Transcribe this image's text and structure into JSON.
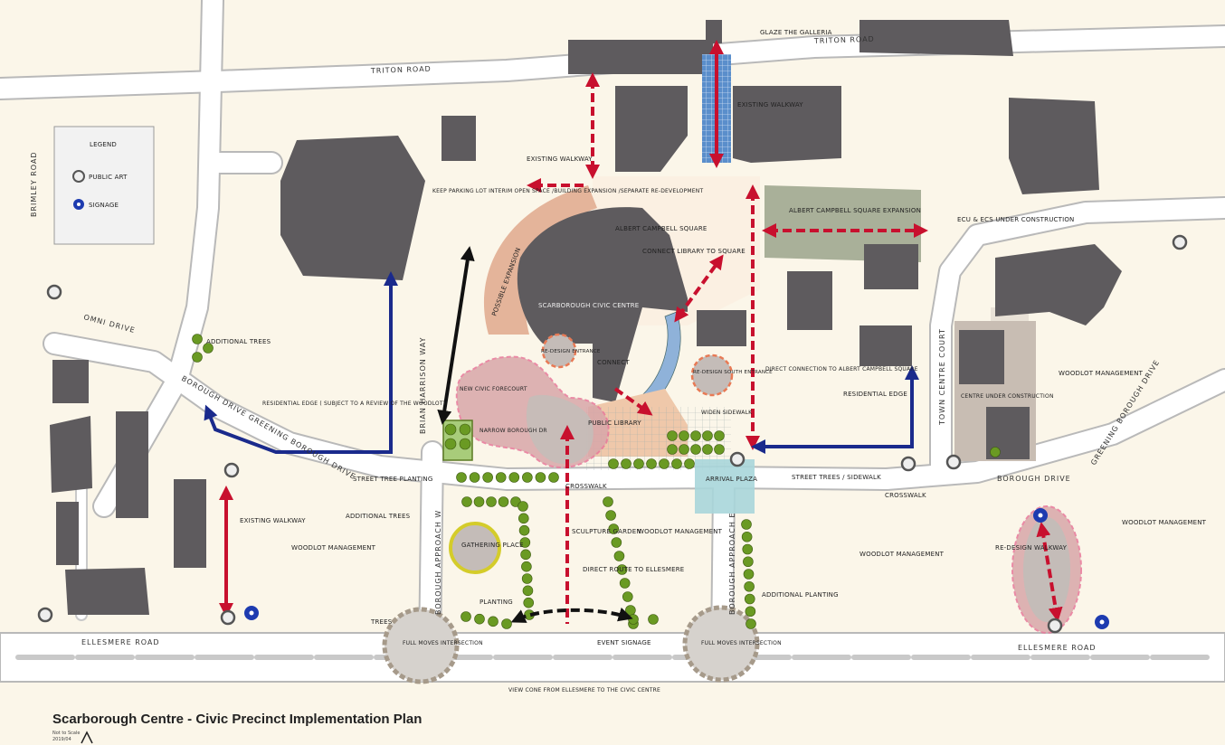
{
  "title": "Scarborough Centre - Civic Precinct Implementation Plan",
  "scale_note": [
    "Not to Scale",
    "2019/04"
  ],
  "legend": {
    "heading": "LEGEND",
    "items": [
      {
        "label": "PUBLIC ART",
        "icon": "public-art-icon"
      },
      {
        "label": "SIGNAGE",
        "icon": "signage-icon"
      }
    ]
  },
  "roads": {
    "triton_1": "TRITON ROAD",
    "triton_2": "TRITON ROAD",
    "brimley": "BRIMLEY ROAD",
    "omni": "OMNI DRIVE",
    "borough_greening": "BOROUGH DRIVE GREENING BOROUGH DRIVE",
    "brian_harrison": "BRIAN HARRISON WAY",
    "town_centre": "TOWN CENTRE COURT",
    "borough_east": "BOROUGH DRIVE",
    "borough_ne": "GREENING BOROUGH DRIVE",
    "ellesmere_w": "ELLESMERE ROAD",
    "ellesmere_e": "ELLESMERE ROAD",
    "approach_w": "BOROUGH APPROACH W",
    "approach_e": "BOROUGH APPROACH E"
  },
  "labels": {
    "glaze": "GLAZE THE GALLERIA",
    "existing_walkway_north": "EXISTING WALKWAY",
    "existing_walkway_top": "EXISTING WALKWAY",
    "keep_parking": "KEEP PARKING LOT INTERIM OPEN SPACE /BUILDING EXPANSION /SEPARATE RE-DEVELOPMENT",
    "albert_square": "ALBERT CAMPBELL SQUARE",
    "square_expansion": "ALBERT CAMPBELL SQUARE EXPANSION",
    "ecu": "ECU & ECS UNDER CONSTRUCTION",
    "connect_library": "CONNECT LIBRARY TO SQUARE",
    "possible_expansion": "POSSIBLE EXPANSION",
    "civic_centre": "SCARBOROUGH CIVIC CENTRE",
    "additional_trees_1": "ADDITIONAL TREES",
    "residential_edge_1": "RESIDENTIAL EDGE ( SUBJECT TO A REVIEW OF THE WOODLOT)",
    "redesign_entrance": "RE-DESIGN ENTRANCE",
    "connect": "CONNECT",
    "new_civic_forecourt": "NEW CIVIC FORECOURT",
    "redesign_south": "RE-DESIGN SOUTH ENTRANCE",
    "direct_connection": "DIRECT CONNECTION TO ALBERT CAMPBELL SQUARE",
    "residential_edge_2": "RESIDENTIAL EDGE",
    "woodlot_mgmt_1": "WOODLOT MANAGEMENT",
    "centre_under": "CENTRE UNDER CONSTRUCTION",
    "public_library": "PUBLIC LIBRARY",
    "narrow": "NARROW BOROUGH DR",
    "widen": "WIDEN SIDEWALK",
    "street_tree": "STREET TREE PLANTING",
    "crosswalk_1": "CROSSWALK",
    "arrival_plaza": "ARRIVAL PLAZA",
    "street_trees_sidewalk": "STREET TREES / SIDEWALK",
    "crosswalk_2": "CROSSWALK",
    "existing_walkway_sw": "EXISTING WALKWAY",
    "additional_trees_2": "ADDITIONAL TREES",
    "woodlot_mgmt_2": "WOODLOT MANAGEMENT",
    "gathering_place": "GATHERING PLACE",
    "sculpture_garden": "SCULPTURE GARDEN",
    "woodlot_mgmt_3": "WOODLOT MANAGEMENT",
    "direct_route": "DIRECT ROUTE TO ELLESMERE",
    "woodlot_mgmt_4": "WOODLOT MANAGEMENT",
    "redesign_walkway": "RE-DESIGN WALKWAY",
    "woodlot_mgmt_5": "WOODLOT MANAGEMENT",
    "planting": "PLANTING",
    "trees": "TREES",
    "additional_planting": "ADDITIONAL PLANTING",
    "event_signage": "EVENT SIGNAGE",
    "full_moves_1": "FULL MOVES INTERSECTION",
    "full_moves_2": "FULL MOVES INTERSECTION",
    "view_cone": "VIEW CONE FROM ELLESMERE TO THE CIVIC CENTRE"
  },
  "colors": {
    "background": "#fbf6e9",
    "road": "#ffffff",
    "road_edge": "#b9b9b9",
    "building": "#5e5b5e",
    "red_arrow": "#c8102e",
    "blue_arrow": "#1a2a8c",
    "tree": "#6a9a23",
    "redesign_zone": "#d8a7a9",
    "square_expansion": "#9aa38b",
    "glazing": "#5a8ecb",
    "arrival_plaza": "#a9d6da",
    "expansion": "#e4b49a",
    "intersection": "#a69a8a"
  }
}
